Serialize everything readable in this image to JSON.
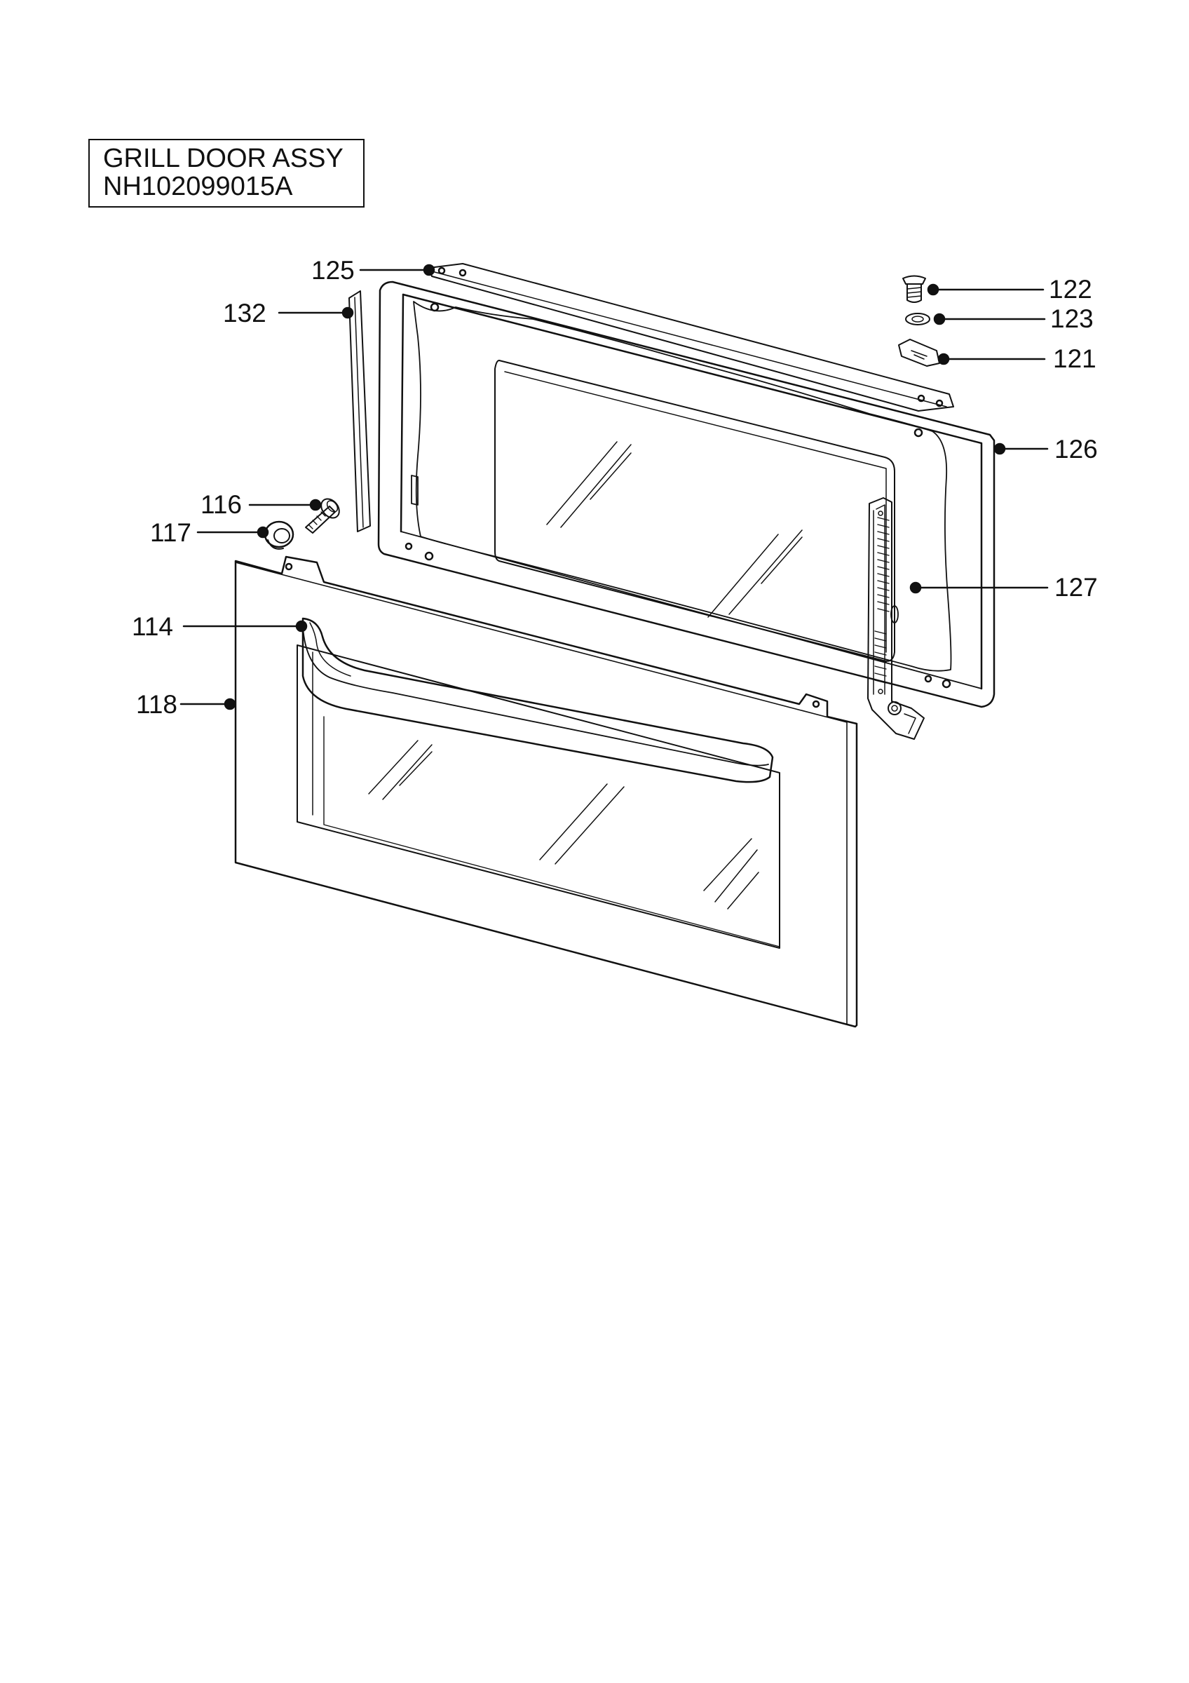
{
  "title": {
    "line1": "GRILL DOOR ASSY",
    "line2": "NH102099015A"
  },
  "callouts": [
    {
      "id": "125",
      "label": "125"
    },
    {
      "id": "132",
      "label": "132"
    },
    {
      "id": "122",
      "label": "122"
    },
    {
      "id": "123",
      "label": "123"
    },
    {
      "id": "121",
      "label": "121"
    },
    {
      "id": "126",
      "label": "126"
    },
    {
      "id": "116",
      "label": "116"
    },
    {
      "id": "117",
      "label": "117"
    },
    {
      "id": "127",
      "label": "127"
    },
    {
      "id": "114",
      "label": "114"
    },
    {
      "id": "118",
      "label": "118"
    }
  ],
  "colors": {
    "line": "#111111",
    "background": "#ffffff"
  }
}
